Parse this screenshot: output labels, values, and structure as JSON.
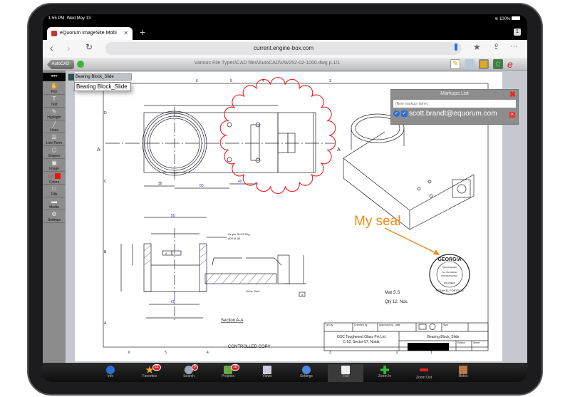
{
  "status": {
    "time": "1:55 PM",
    "date": "Wed May 13",
    "battery": "100%"
  },
  "browser": {
    "tab_title": "eQuorum ImageSite Mobi",
    "tab_count": "1",
    "url": "current.engine-box.com"
  },
  "app": {
    "back_label": "AutoCAD",
    "file_path": "Various File Types\\CAD files\\AutoCAD\\VW252-02-1000.dwg p.1/1"
  },
  "tools": [
    {
      "label": "Pan",
      "glyph": "✋"
    },
    {
      "label": "Text",
      "glyph": "T"
    },
    {
      "label": "Highlight",
      "glyph": "✎"
    },
    {
      "label": "Lines",
      "glyph": "╱"
    },
    {
      "label": "Line Form",
      "glyph": "☰"
    },
    {
      "label": "Shapes",
      "glyph": "⬡"
    },
    {
      "label": "Image",
      "glyph": "▣"
    },
    {
      "label": "Colors",
      "glyph": ""
    },
    {
      "label": "Fills",
      "glyph": "□"
    },
    {
      "label": "Media",
      "glyph": "▬"
    },
    {
      "label": "Settings",
      "glyph": "⚙"
    }
  ],
  "tools_menu": "•••",
  "line_width": "1.0",
  "colors": {
    "current": "#ee1111",
    "markup": "#ee2222",
    "seal_note": "#f08a1c",
    "accent": "#2a6fd6"
  },
  "markup_header": "Bearing Block_Slide",
  "markup_tooltip": "Bearing Block_Slide",
  "markups_panel": {
    "title": "Markups List",
    "placeholder": "(New markup name)",
    "items": [
      {
        "owner": "scott.brandt@equorum.com"
      }
    ]
  },
  "drawing": {
    "section_marker": "A",
    "section_title": "Section A-A",
    "controlled": "CONTROLLED COPY",
    "material": "Mat S.S",
    "qty": "Qty 12. Nos.",
    "note1": "As per IS/US Brg",
    "note2": "409 M-38",
    "note3": "To be Gold",
    "seal_label": "My seal",
    "datum": "A",
    "top_ruler": [
      "6",
      "5",
      "4",
      "3"
    ],
    "bottom_ruler": [
      "6",
      "5",
      "4",
      "3",
      "2",
      "1"
    ],
    "side_ruler": [
      "D",
      "C",
      "B",
      "A"
    ],
    "dims": [
      "30",
      "60",
      "40",
      "50",
      "60"
    ],
    "title_block": {
      "drn": "Drn by",
      "checked": "Checked by",
      "approved": "Approved by - date",
      "size": "Size",
      "company": "GSC Toughened Glass Pvt Ltd",
      "address": "C-53, Sector-57, Noida",
      "title": "Bearing Block_Slide",
      "edition": "Edition",
      "sheet": "Sheet"
    },
    "seal": {
      "top": "GEORGIA",
      "line1": "REGISTERED",
      "line2": "No. PE 000000",
      "line3": "PROFESSIONAL",
      "line4": "ENGINEER",
      "bottom": "FRANK B. FORTSON"
    }
  },
  "bottom_tabs": [
    {
      "label": "Info",
      "badge": ""
    },
    {
      "label": "Favorites",
      "badge": "22"
    },
    {
      "label": "Search",
      "badge": "0"
    },
    {
      "label": "Projects",
      "badge": "18"
    },
    {
      "label": "Views",
      "badge": ""
    },
    {
      "label": "Settings",
      "badge": ""
    },
    {
      "label": "Full",
      "badge": ""
    },
    {
      "label": "Zoom In",
      "badge": ""
    },
    {
      "label": "Zoom Out",
      "badge": ""
    },
    {
      "label": "Notes",
      "badge": ""
    }
  ]
}
